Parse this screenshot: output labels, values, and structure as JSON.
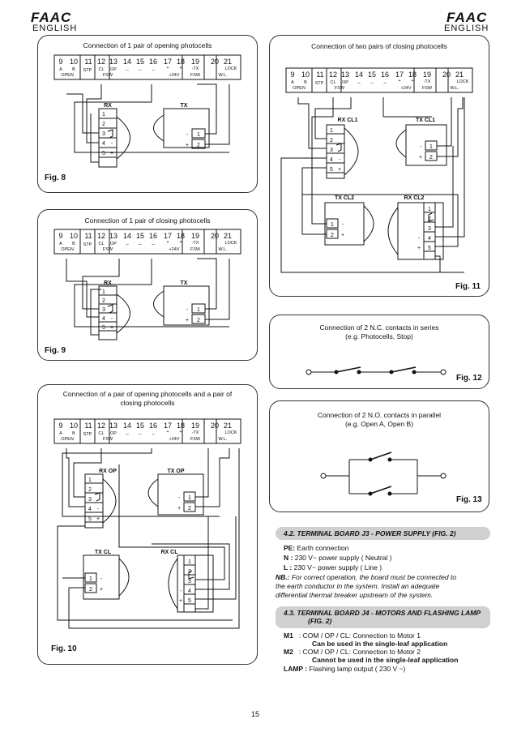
{
  "header": {
    "logo": "FAAC",
    "language": "ENGLISH"
  },
  "terminal": {
    "nums": [
      "9",
      "10",
      "11",
      "12",
      "13",
      "14",
      "15",
      "16",
      "17",
      "18",
      "19",
      "20",
      "21"
    ],
    "subA": "A",
    "subB": "B",
    "stp": "STP",
    "cl": "CL",
    "op": "OP",
    "dash": "_",
    "plus": "+",
    "mx": "-TX",
    "lock": "LOCK",
    "open": "OPEN",
    "fsw": "FSW",
    "v24": "+24V",
    "wl": "W.L."
  },
  "fig8": {
    "title": "Connection of 1 pair of opening photocells",
    "label": "Fig. 8"
  },
  "fig9": {
    "title": "Connection of 1 pair of closing photocells",
    "label": "Fig. 9"
  },
  "fig10": {
    "title_l1": "Connection of a pair of opening photocells and a pair of",
    "title_l2": "closing photocells",
    "label": "Fig. 10"
  },
  "fig11": {
    "title": "Connection of two pairs of closing photocells",
    "label": "Fig. 11"
  },
  "fig12": {
    "title_l1": "Connection of 2 N.C. contacts in series",
    "title_l2": "(e.g. Photocells, Stop)",
    "label": "Fig. 12"
  },
  "fig13": {
    "title_l1": "Connection of 2 N.O. contacts in parallel",
    "title_l2": "(e.g. Open A, Open B)",
    "label": "Fig. 13"
  },
  "devices": {
    "rx": "RX",
    "tx": "TX",
    "rx_op": "RX OP",
    "tx_op": "TX OP",
    "tx_cl": "TX CL",
    "rx_cl": "RX CL",
    "rx_cl1": "RX CL1",
    "tx_cl1": "TX CL1",
    "tx_cl2": "TX CL2",
    "rx_cl2": "RX CL2",
    "n1": "1",
    "n2": "2",
    "n3": "3",
    "n4": "4",
    "n5": "5",
    "minus": "-",
    "plus": "+"
  },
  "section42": {
    "heading": "4.2.   TERMINAL BOARD J3 - POWER SUPPLY (FIG. 2)",
    "rows": [
      {
        "key": "PE:",
        "text": "Earth connection"
      },
      {
        "key": "N :",
        "text": "230 V~ power supply ( Neutral )"
      },
      {
        "key": "L :",
        "text": "230 V~ power supply ( Line )"
      }
    ],
    "note_bold": "NB.:",
    "note_l1": " For correct operation, the board must be connected to",
    "note_l2": "the earth conductor in the system. Install an adequate",
    "note_l3": "differential thermal breaker upstream of the system."
  },
  "section43": {
    "heading_l1": "4.3.   TERMINAL BOARD J4 - MOTORS AND FLASHING LAMP",
    "heading_l2": "(FIG. 2)",
    "m1_key": "M1",
    "m1_text": ":  COM / OP / CL: Connection to Motor 1",
    "m1_bold": "Can be used in the single-leaf application",
    "m2_key": "M2",
    "m2_text": ":  COM / OP / CL: Connection to Motor 2",
    "m2_bold": "Cannot be used in the single-leaf application",
    "lamp_key": "LAMP :",
    "lamp_text": "Flashing lamp output ( 230 V ~)"
  },
  "footer": {
    "page": "15"
  }
}
